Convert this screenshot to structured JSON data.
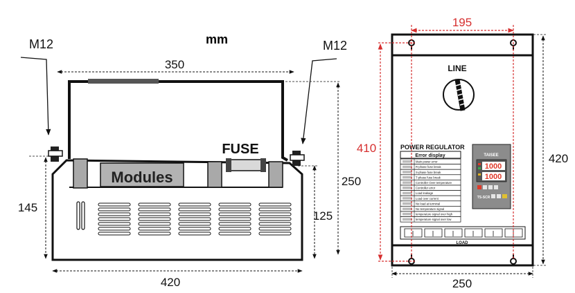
{
  "unit_label": "mm",
  "bolt_label_left": "M12",
  "bolt_label_right": "M12",
  "fuse_label": "FUSE",
  "modules_label": "Modules",
  "side_view": {
    "width_top": "350",
    "width_bottom": "420",
    "height_total": "250",
    "height_body": "145",
    "height_bar": "125"
  },
  "front_view": {
    "hole_spacing": "195",
    "hole_height": "410",
    "height_total": "420",
    "width_total": "250",
    "line_label": "LINE",
    "load_label": "LOAD",
    "regulator_title": "POWER REGULATOR",
    "error_title": "Error display",
    "controller_brand": "TAISEE",
    "display_upper": "1000",
    "display_lower": "1000",
    "controller_model": "TS-SCR",
    "error_rows": [
      "Main power error",
      "R-phase fuse break",
      "S-phase fuse break",
      "T-phase fuse break",
      "Controller Over temperature",
      "Controller error",
      "Load leakage",
      "Load over current",
      "No load at terminal",
      "No temperature signal",
      "temperature signal over high",
      "temperature signal over low"
    ]
  },
  "colors": {
    "dimension_red": "#d62f2f",
    "ink": "#111111",
    "module_gray": "#a9a9a9",
    "panel_gray": "#8c8c8c",
    "display_red": "#e03a2a"
  }
}
